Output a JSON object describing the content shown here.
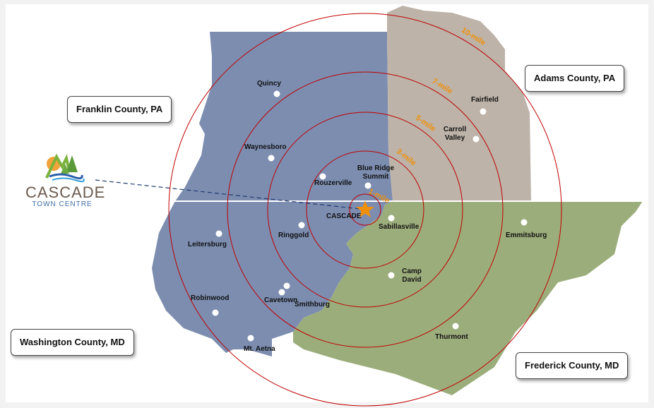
{
  "counties": [
    {
      "name": "Franklin County, PA",
      "color": "#7c8db0"
    },
    {
      "name": "Adams County, PA",
      "color": "#bdb3a9"
    },
    {
      "name": "Washington County, MD",
      "color": "#7c8db0"
    },
    {
      "name": "Frederick County, MD",
      "color": "#9cad7c"
    }
  ],
  "logo": {
    "line1": "CASCADE",
    "line2": "TOWN CENTRE"
  },
  "center": {
    "name": "CASCADE",
    "marker": "star-icon",
    "color": "#f0900a"
  },
  "rings": [
    {
      "label": "1-mile",
      "miles": 1
    },
    {
      "label": "3-mile",
      "miles": 3
    },
    {
      "label": "5-mile",
      "miles": 5
    },
    {
      "label": "7-mile",
      "miles": 7
    },
    {
      "label": "10-mile",
      "miles": 10
    }
  ],
  "ring_color": "#c00000",
  "ring_label_color": "#f0900a",
  "cities": [
    "Quincy",
    "Fairfield",
    "Carroll Valley",
    "Waynesboro",
    "Rouzerville",
    "Blue Ridge Summit",
    "Sabillasville",
    "Emmitsburg",
    "Leitersburg",
    "Ringgold",
    "Camp David",
    "Smithburg",
    "Cavetown",
    "Robinwood",
    "Thurmont",
    "Mt. Aetna"
  ]
}
